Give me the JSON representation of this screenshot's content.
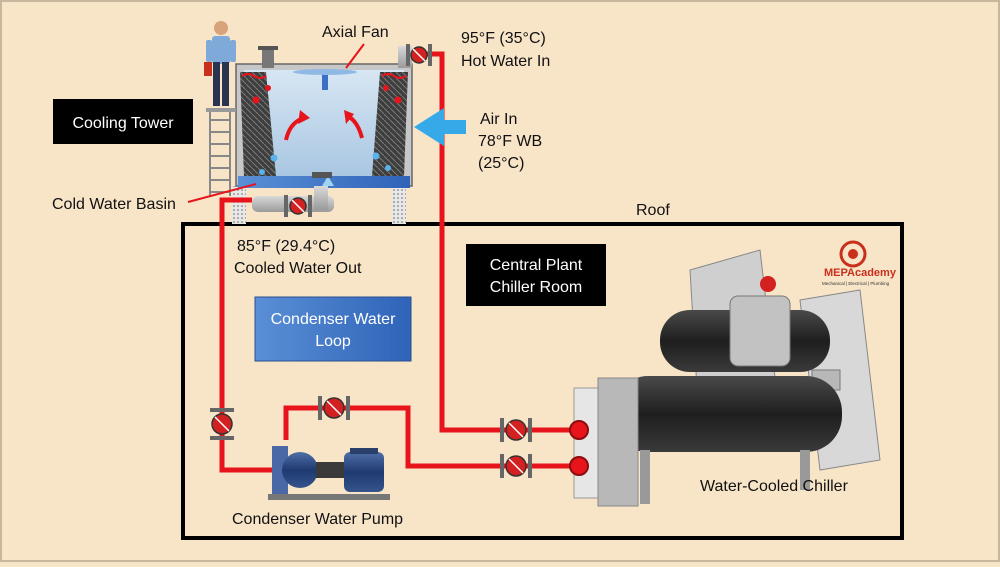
{
  "labels": {
    "axial_fan": "Axial Fan",
    "hot_temp": "95°F  (35°C)",
    "hot_water": "Hot Water In",
    "air_in_1": "Air In",
    "air_in_2": "78°F WB",
    "air_in_3": "(25°C)",
    "cooling_tower": "Cooling Tower",
    "cold_basin": "Cold Water Basin",
    "roof": "Roof",
    "cool_temp": "85°F  (29.4°C)",
    "cooled_out": "Cooled Water Out",
    "central_plant_1": "Central Plant",
    "central_plant_2": "Chiller Room",
    "cw_loop_1": "Condenser Water",
    "cw_loop_2": "Loop",
    "chiller": "Water-Cooled Chiller",
    "pump": "Condenser Water Pump"
  },
  "logo": {
    "name": "MEPAcademy",
    "tagline": "Mechanical | Electrical | Plumbing"
  },
  "colors": {
    "background": "#f8e5c8",
    "pipe": "#e8141c",
    "tower_label_bg": "#000000",
    "loop_label_bg": "#3b6fc4",
    "air_arrow": "#36a9e8"
  }
}
